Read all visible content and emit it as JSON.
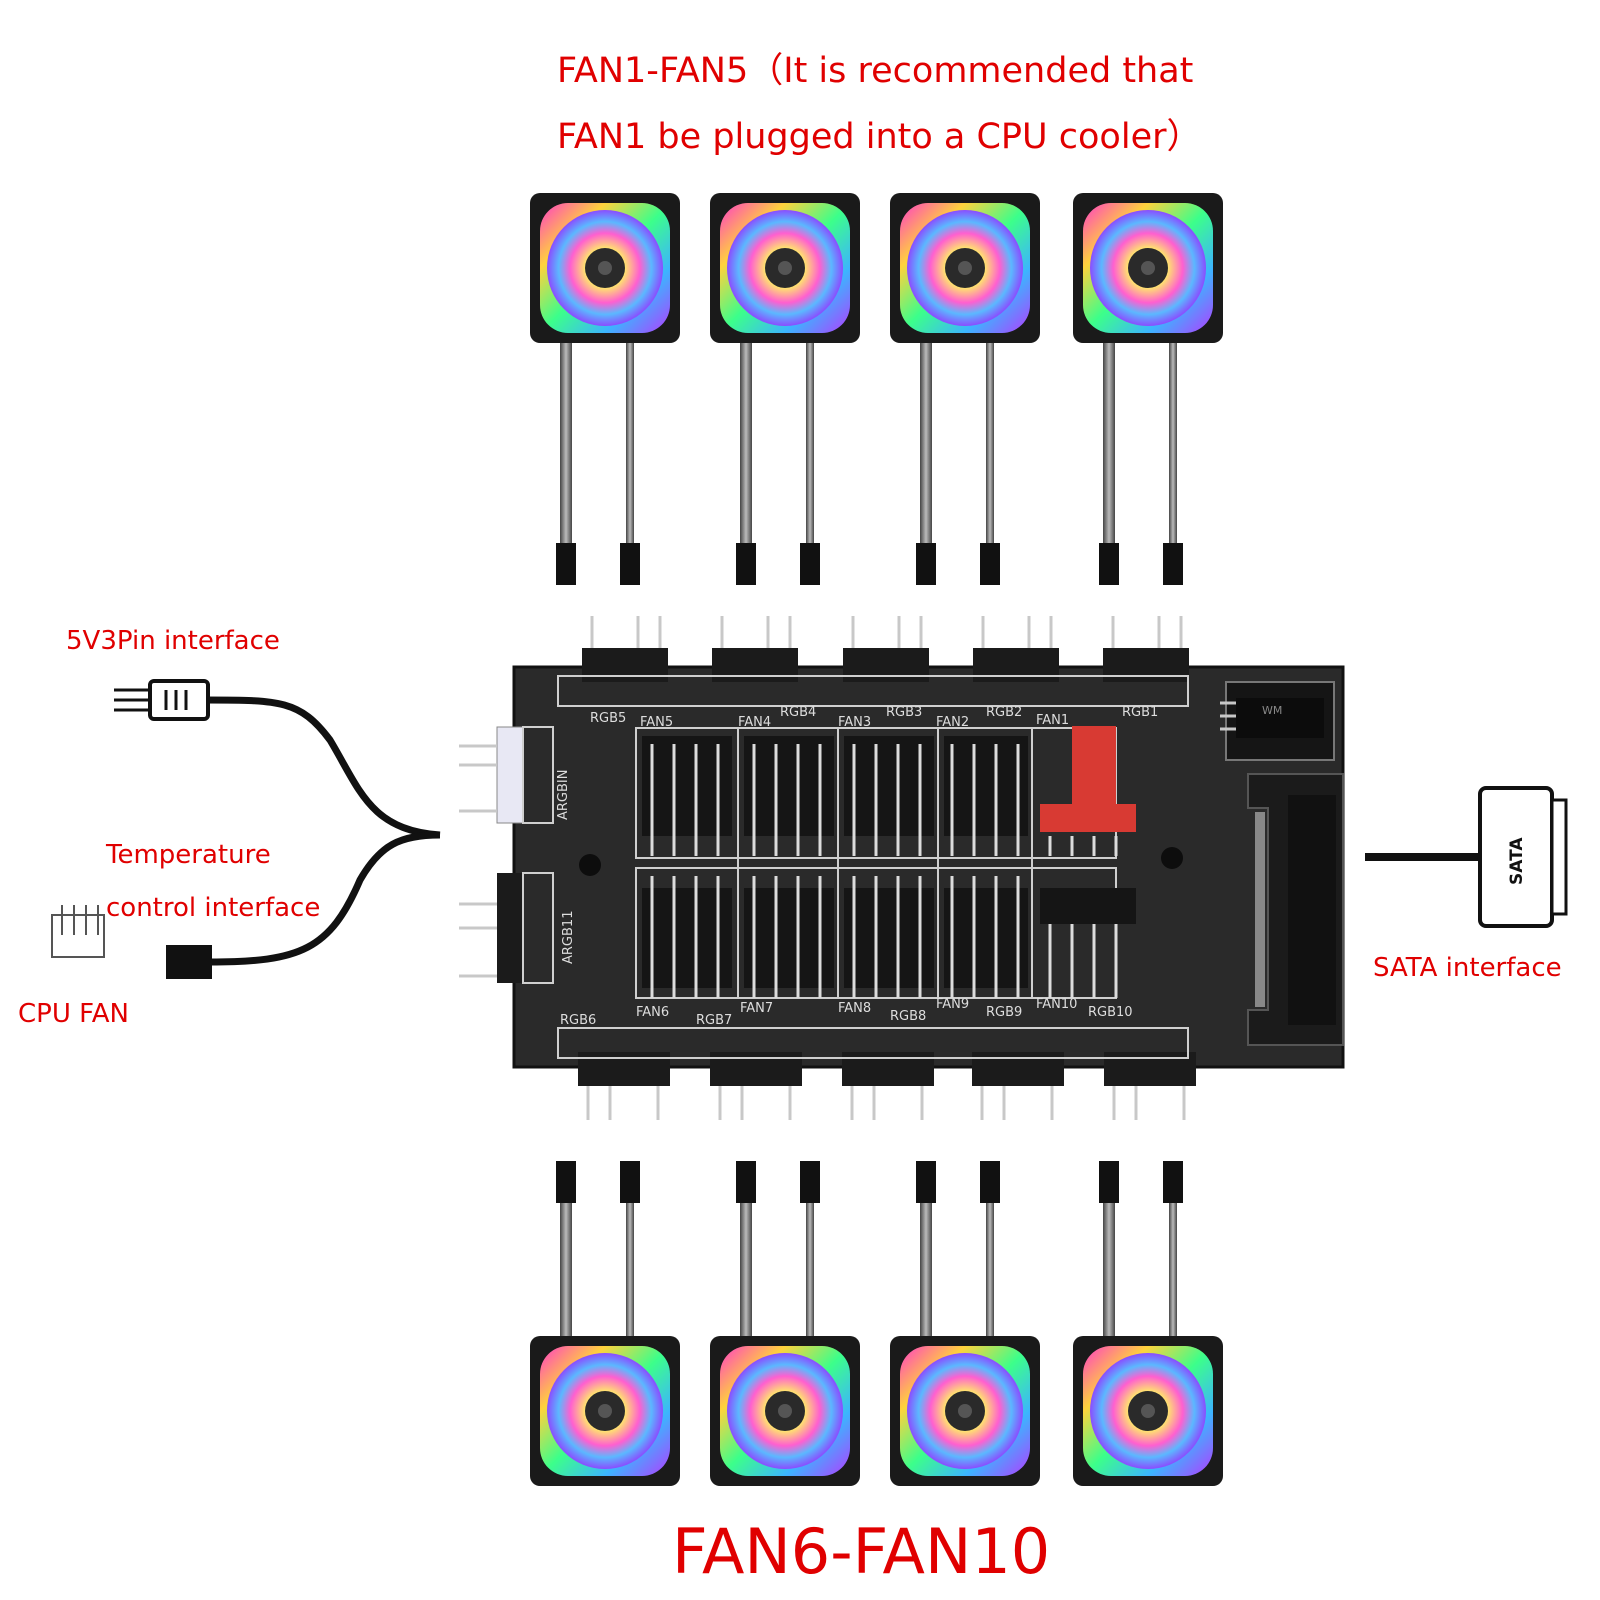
{
  "labels": {
    "title_line1": "FAN1-FAN5（It is recommended that",
    "title_line2": "FAN1 be plugged into a CPU cooler）",
    "input_5v3pin": "5V3Pin interface",
    "temperature_line1": "Temperature",
    "temperature_line2": "control interface",
    "cpu_fan": "CPU FAN",
    "sata_interface": "SATA interface",
    "bottom_title": "FAN6-FAN10"
  },
  "board": {
    "rgb_top": [
      "RGB5",
      "RGB4",
      "RGB3",
      "RGB2",
      "RGB1"
    ],
    "fan_top": [
      "FAN5",
      "FAN4",
      "FAN3",
      "FAN2",
      "FAN1"
    ],
    "fan_bottom": [
      "FAN6",
      "FAN7",
      "FAN8",
      "FAN9",
      "FAN10"
    ],
    "rgb_bottom": [
      "RGB6",
      "RGB7",
      "RGB8",
      "RGB9",
      "RGB10"
    ],
    "argb_in": "ARGBIN",
    "argb_out": "ARGB11",
    "pwm_label": "WM",
    "sata_plug_label": "SATA"
  },
  "colors": {
    "label_red": "#e00000",
    "pcb_black": "#2a2a2a",
    "highlight_header": "#d83a33"
  }
}
